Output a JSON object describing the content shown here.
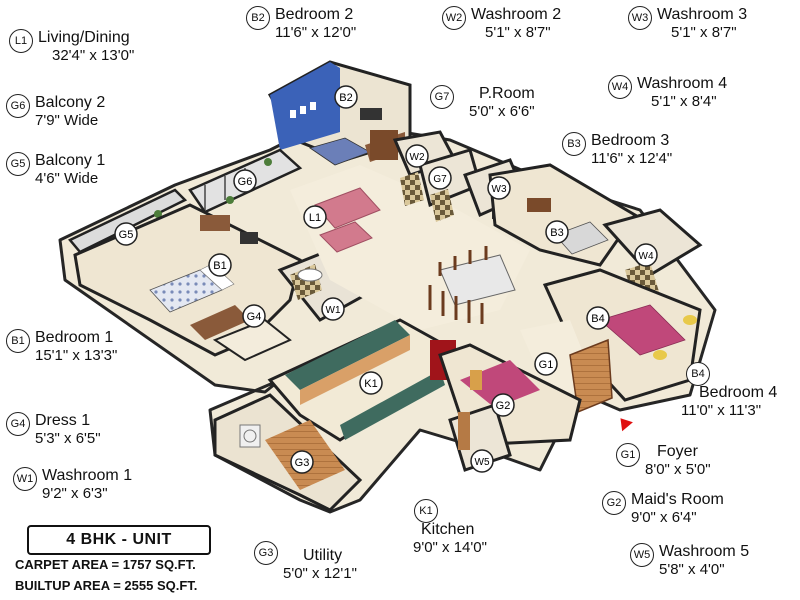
{
  "title_box": {
    "label": "4 BHK - UNIT"
  },
  "areas": {
    "carpet": "CARPET AREA = 1757 SQ.FT.",
    "builtup": "BUILTUP AREA = 2555 SQ.FT."
  },
  "legend": {
    "L1": {
      "code": "L1",
      "name": "Living/Dining",
      "dim": "32'4\" x 13'0\""
    },
    "G6": {
      "code": "G6",
      "name": "Balcony 2",
      "dim": "7'9\" Wide"
    },
    "G5": {
      "code": "G5",
      "name": "Balcony 1",
      "dim": "4'6\" Wide"
    },
    "B1": {
      "code": "B1",
      "name": "Bedroom 1",
      "dim": "15'1\" x 13'3\""
    },
    "G4": {
      "code": "G4",
      "name": "Dress 1",
      "dim": "5'3\" x 6'5\""
    },
    "W1": {
      "code": "W1",
      "name": "Washroom 1",
      "dim": "9'2\" x 6'3\""
    },
    "B2": {
      "code": "B2",
      "name": "Bedroom 2",
      "dim": "11'6\" x 12'0\""
    },
    "W2": {
      "code": "W2",
      "name": "Washroom 2",
      "dim": "5'1\" x 8'7\""
    },
    "W3": {
      "code": "W3",
      "name": "Washroom 3",
      "dim": "5'1\" x 8'7\""
    },
    "G7": {
      "code": "G7",
      "name": "P.Room",
      "dim": "5'0\" x 6'6\""
    },
    "W4": {
      "code": "W4",
      "name": "Washroom 4",
      "dim": "5'1\" x 8'4\""
    },
    "B3": {
      "code": "B3",
      "name": "Bedroom 3",
      "dim": "11'6\" x 12'4\""
    },
    "B4": {
      "code": "B4",
      "name": "Bedroom 4",
      "dim": "11'0\" x 11'3\""
    },
    "G1": {
      "code": "G1",
      "name": "Foyer",
      "dim": "8'0\" x 5'0\""
    },
    "G2": {
      "code": "G2",
      "name": "Maid's Room",
      "dim": "9'0\" x 6'4\""
    },
    "W5": {
      "code": "W5",
      "name": "Washroom 5",
      "dim": "5'8\" x 4'0\""
    },
    "K1": {
      "code": "K1",
      "name": "Kitchen",
      "dim": "9'0\" x 14'0\""
    },
    "G3": {
      "code": "G3",
      "name": "Utility",
      "dim": "5'0\" x 12'1\""
    }
  },
  "plan_markers": {
    "B2": "B2",
    "G6": "G6",
    "L1": "L1",
    "W2": "W2",
    "G7": "G7",
    "W3": "W3",
    "G5": "G5",
    "B1": "B1",
    "B3": "B3",
    "W4": "W4",
    "G4": "G4",
    "W1": "W1",
    "B4": "B4",
    "G1": "G1",
    "K1": "K1",
    "G2": "G2",
    "G3": "G3",
    "W5": "W5"
  },
  "colors": {
    "accent_wall_blue": "#3b62b8",
    "wall": "#f3f3f3",
    "wall_top": "#1e1e1e",
    "floor": "#f1ead8",
    "wood_floor": "#c8894f",
    "kitchen_counter": "#3f6b5f",
    "compass_arrow": "#e01010"
  },
  "icons": {
    "compass": "north-arrow-icon"
  }
}
